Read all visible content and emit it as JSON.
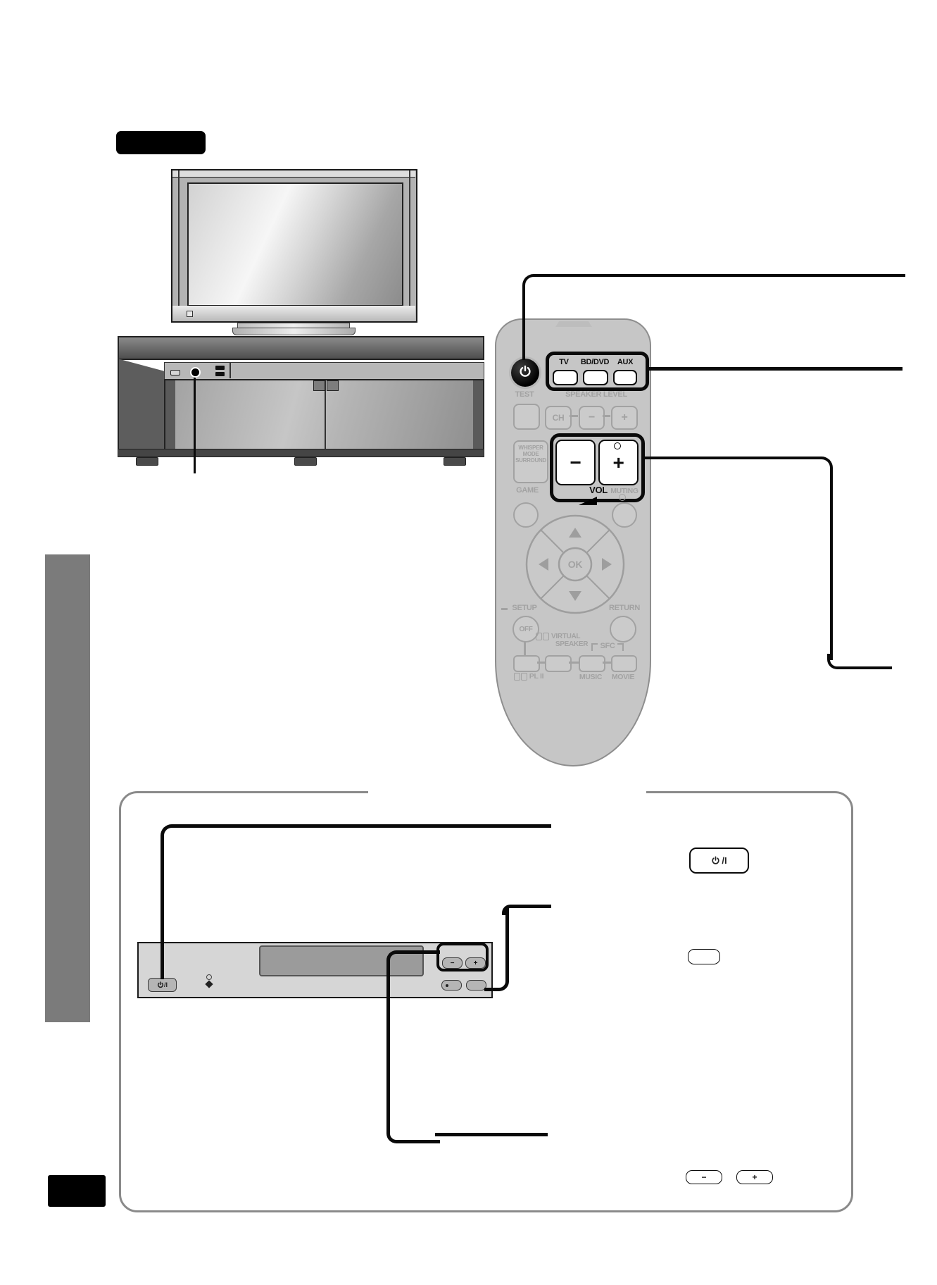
{
  "remote": {
    "source_buttons": [
      "TV",
      "BD/DVD",
      "AUX"
    ],
    "test_label": "TEST",
    "speaker_level_label": "SPEAKER LEVEL",
    "ch_label": "CH",
    "speaker_minus": "−",
    "speaker_plus": "+",
    "whisper_lines": [
      "WHISPER",
      "MODE",
      "SURROUND"
    ],
    "vol_minus": "−",
    "vol_plus": "+",
    "vol_label": "VOL",
    "muting_label": "MUTING",
    "game_label": "GAME",
    "ok_label": "OK",
    "setup_label": "SETUP",
    "return_label": "RETURN",
    "off_label": "OFF",
    "virtual_speaker_lines": [
      "VIRTUAL",
      "SPEAKER"
    ],
    "sfc_label": "SFC",
    "pl2_label": "PL II",
    "music_label": "MUSIC",
    "movie_label": "MOVIE"
  },
  "front_panel": {
    "power_suffix": "/I",
    "vol_minus": "−",
    "vol_plus": "+"
  },
  "reference": {
    "power_suffix": "/I",
    "minus": "−",
    "plus": "+"
  },
  "colors": {
    "callout": "#0a0a0a",
    "remote_body": "#c6c6c6",
    "faded_gray": "#a2a2a2",
    "box_border": "#8a8a8a",
    "badge": "#000000"
  }
}
